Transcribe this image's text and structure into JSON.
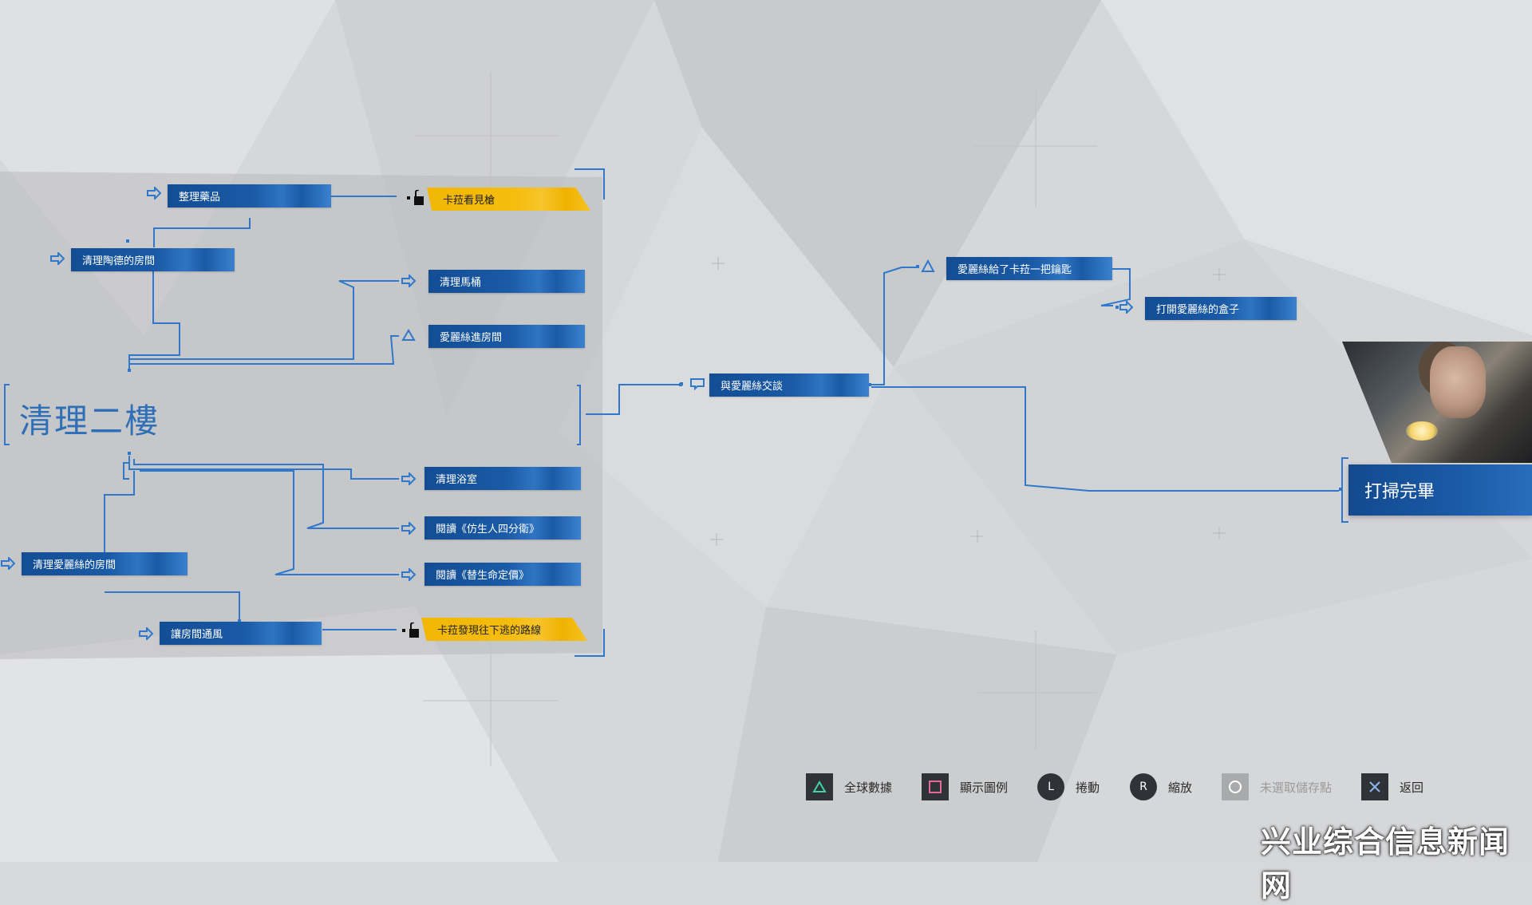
{
  "section": {
    "title": "清理二樓"
  },
  "nodes": {
    "sort_medicine": "整理藥品",
    "kara_sees_gun": "卡菈看見槍",
    "clean_todd_room": "清理陶德的房間",
    "clean_toilet": "清理馬桶",
    "alice_enters_room": "愛麗絲進房間",
    "clean_bathroom": "清理浴室",
    "read_android_weekly": "閱讀《仿生人四分衛》",
    "read_surrogate_life": "閱讀《替生命定價》",
    "clean_alice_room": "清理愛麗絲的房間",
    "ventilate_room": "讓房間通風",
    "kara_finds_route": "卡菈發現往下逃的路線",
    "talk_with_alice": "與愛麗絲交談",
    "alice_gives_key": "愛麗絲給了卡菈一把鑰匙",
    "open_alice_box": "打開愛麗絲的盒子",
    "final": "打掃完畢"
  },
  "footer": [
    {
      "icon": "triangle-icon",
      "label": "全球數據"
    },
    {
      "icon": "square-icon",
      "label": "顯示圖例"
    },
    {
      "icon": "left-stick-icon",
      "label": "捲動"
    },
    {
      "icon": "right-stick-icon",
      "label": "縮放"
    },
    {
      "icon": "circle-icon",
      "label": "未選取儲存點"
    },
    {
      "icon": "cross-icon",
      "label": "返回"
    }
  ],
  "watermark": "兴业综合信息新闻网",
  "colors": {
    "accent_blue": "#1a5aa6",
    "line_blue": "#2f78cc",
    "gold": "#f2b705"
  }
}
